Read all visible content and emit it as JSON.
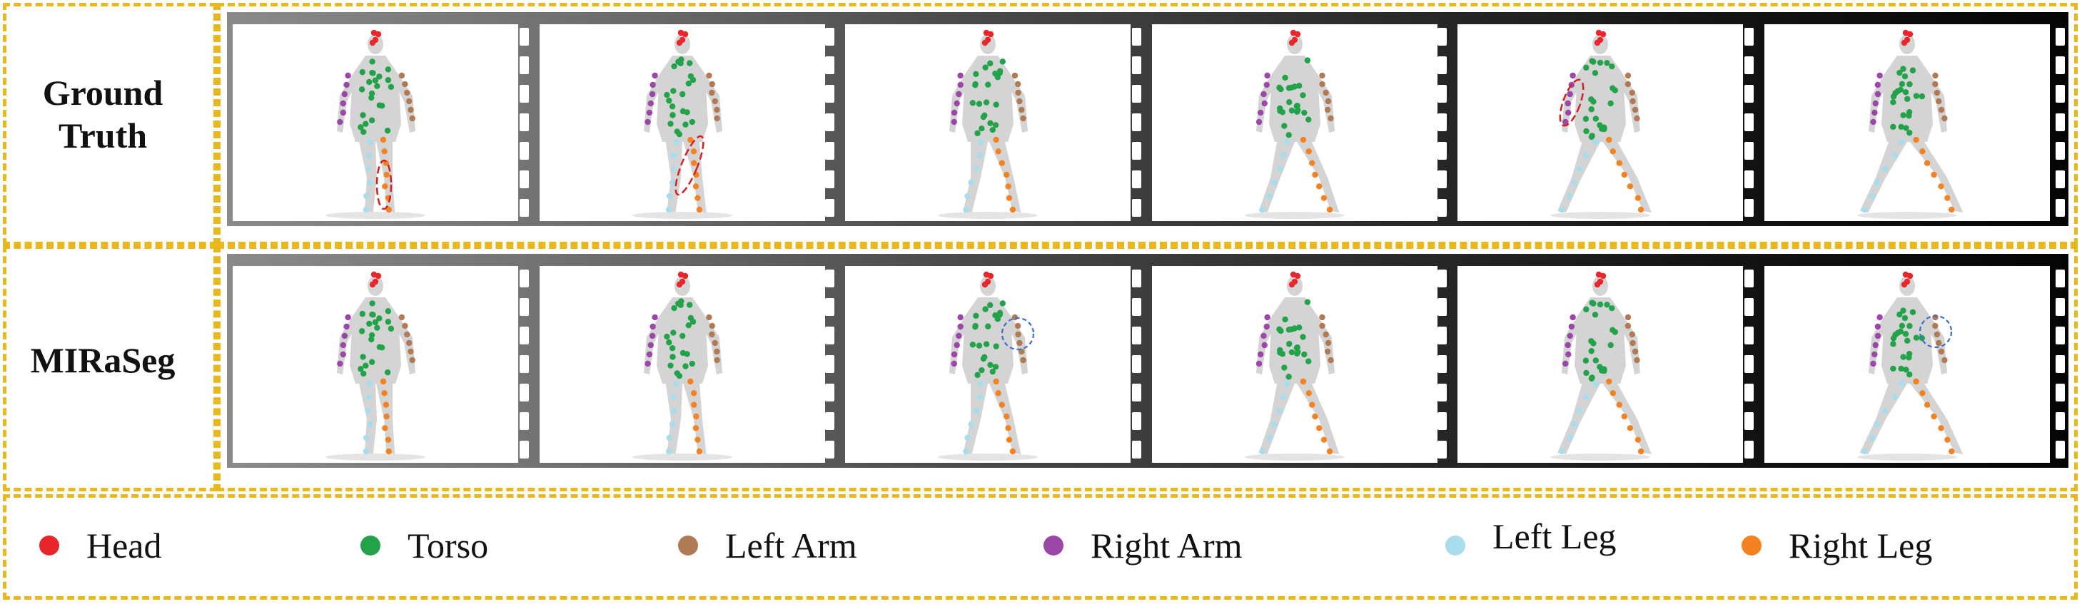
{
  "rows": [
    {
      "label_lines": [
        "Ground",
        "Truth"
      ]
    },
    {
      "label_lines": [
        "MIRaSeg"
      ]
    }
  ],
  "legend": [
    {
      "label": "Head",
      "color": "#e8262b"
    },
    {
      "label": "Torso",
      "color": "#22a34a"
    },
    {
      "label": "Left Arm",
      "color": "#b07a55"
    },
    {
      "label": "Right Arm",
      "color": "#9b47a8"
    },
    {
      "label": "Left Leg",
      "color": "#a9dcec"
    },
    {
      "label": "Right Leg",
      "color": "#f58220"
    }
  ],
  "colors": {
    "dashed_border": "#e8b81c",
    "silhouette": "#d4d4d4",
    "error_ellipse": "#d42020",
    "correction_circle": "#3a6fd0"
  }
}
